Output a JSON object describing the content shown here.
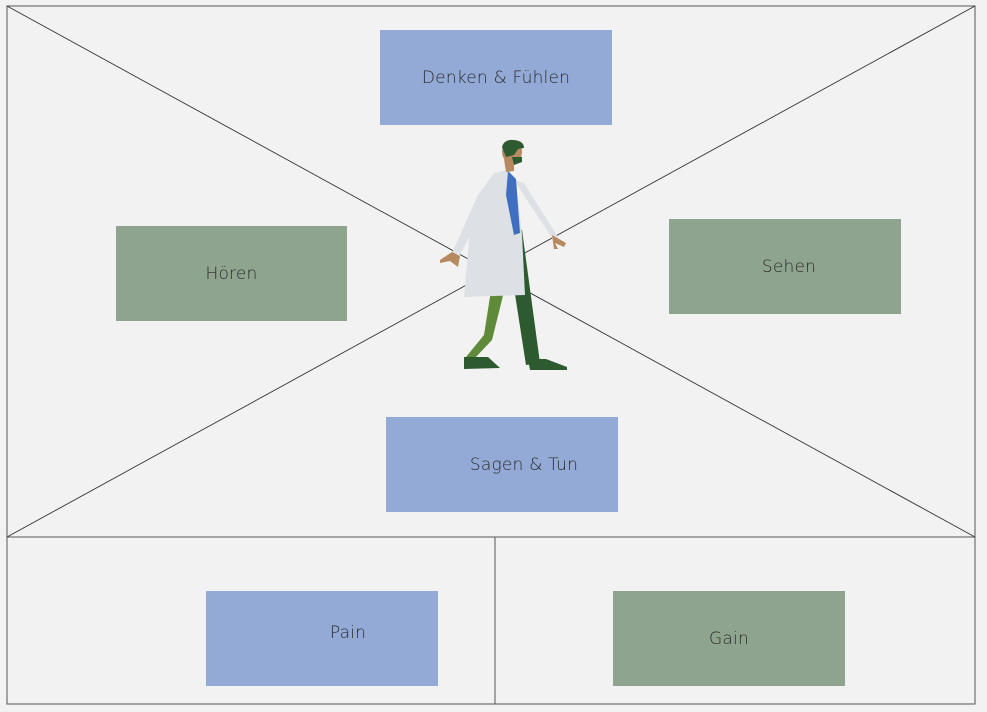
{
  "map": {
    "think_feel": "Denken & Fühlen",
    "hear": "Hören",
    "see": "Sehen",
    "say_do": "Sagen & Tun",
    "pain": "Pain",
    "gain": "Gain"
  },
  "figure": {
    "icon": "walking-doctor-icon"
  },
  "colors": {
    "background": "#f2f2f2",
    "blue_box": "#93aad6",
    "green_box": "#8fa48f",
    "line": "#333333"
  }
}
